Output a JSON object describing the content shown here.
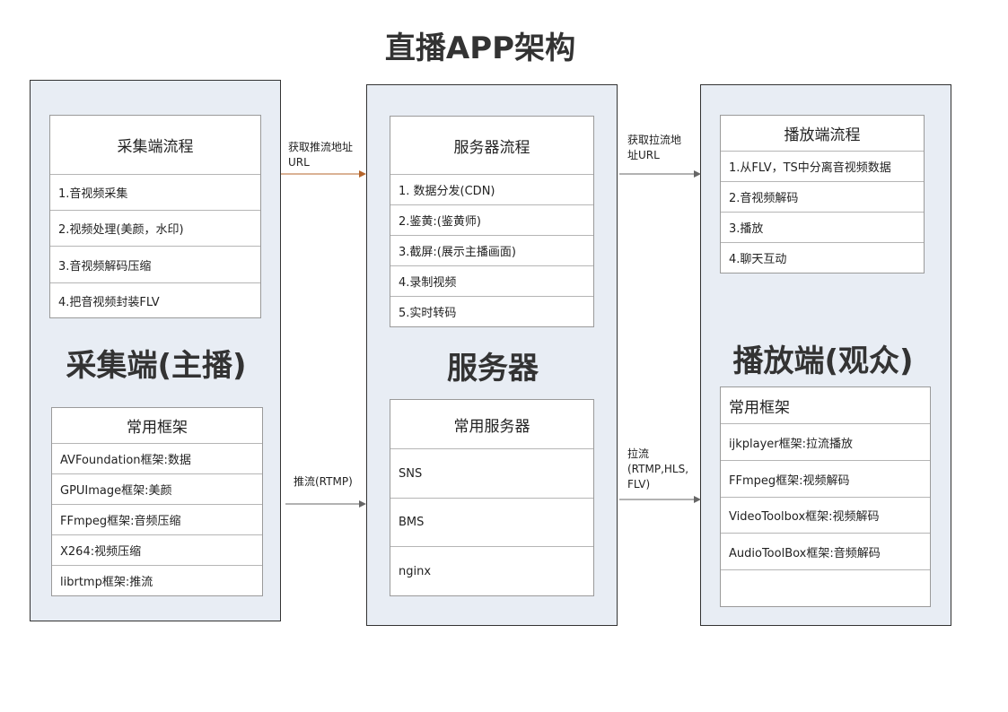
{
  "title": "直播APP架构",
  "capture": {
    "big_title": "采集端(主播)",
    "flow_header": "采集端流程",
    "flow_items": [
      "1.音视频采集",
      "2.视频处理(美颜，水印)",
      "3.音视频解码压缩",
      "4.把音视频封装FLV"
    ],
    "framework_header": "常用框架",
    "framework_items": [
      "AVFoundation框架:数据",
      "GPUImage框架:美颜",
      "FFmpeg框架:音频压缩",
      "X264:视频压缩",
      "librtmp框架:推流"
    ]
  },
  "server": {
    "big_title": "服务器",
    "flow_header": "服务器流程",
    "flow_items": [
      "1. 数据分发(CDN)",
      "2.鉴黄:(鉴黄师)",
      "3.截屏:(展示主播画面)",
      "4.录制视频",
      "5.实时转码"
    ],
    "servers_header": "常用服务器",
    "servers_items": [
      "SNS",
      "BMS",
      "nginx"
    ]
  },
  "player": {
    "big_title": "播放端(观众)",
    "flow_header": "播放端流程",
    "flow_items": [
      "1.从FLV，TS中分离音视频数据",
      "2.音视频解码",
      "3.播放",
      "4.聊天互动"
    ],
    "framework_header": "常用框架",
    "framework_items": [
      "ijkplayer框架:拉流播放",
      "FFmpeg框架:视频解码",
      "VideoToolbox框架:视频解码",
      "AudioToolBox框架:音频解码",
      ""
    ]
  },
  "arrows": {
    "push_url": [
      "获取推流地址",
      "URL"
    ],
    "push": "推流(RTMP)",
    "pull_url": [
      "获取拉流地",
      "址URL"
    ],
    "pull": [
      "拉流",
      "(RTMP,HLS,",
      "FLV)"
    ],
    "push_url_color": "#b5652b",
    "default_color": "#666666"
  }
}
